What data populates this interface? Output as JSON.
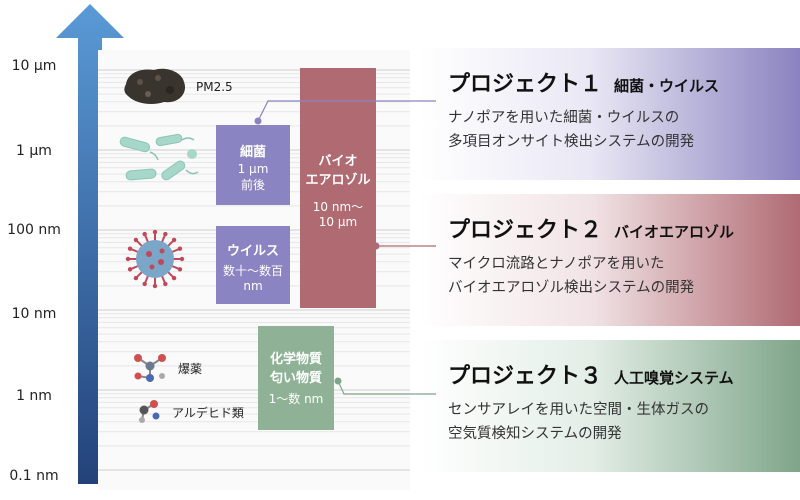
{
  "scale": {
    "labels": [
      "10 μm",
      "1 μm",
      "100 nm",
      "10 nm",
      "1 nm",
      "0.1 nm"
    ]
  },
  "particles": {
    "pm25": "PM2.5",
    "explosive": "爆薬",
    "aldehyde": "アルデヒド類"
  },
  "boxes": {
    "bacteria": {
      "title": "細菌",
      "size": "1 μm",
      "note": "前後",
      "color": "#8b84c2"
    },
    "virus": {
      "title": "ウイルス",
      "size": "数十～数百",
      "unit": "nm",
      "color": "#8b84c2"
    },
    "bioaerosol": {
      "title1": "バイオ",
      "title2": "エアロゾル",
      "range1": "10 nm～",
      "range2": "10 μm",
      "color": "#b06a72"
    },
    "chemical": {
      "title1": "化学物質",
      "title2": "匂い物質",
      "range": "1～数 nm",
      "color": "#8fb296"
    }
  },
  "projects": [
    {
      "label": "プロジェクト１",
      "subtitle": "細菌・ウイルス",
      "line1": "ナノポアを用いた細菌・ウイルスの",
      "line2": "多項目オンサイト検出システムの開発",
      "color": "#8a83c0"
    },
    {
      "label": "プロジェクト２",
      "subtitle": "バイオエアロゾル",
      "line1": "マイクロ流路とナノポアを用いた",
      "line2": "バイオエアロゾル検出システムの開発",
      "color": "#b06a72"
    },
    {
      "label": "プロジェクト３",
      "subtitle": "人工嗅覚システム",
      "line1": "センサアレイを用いた空間・生体ガスの",
      "line2": "空気質検知システムの開発",
      "color": "#7fa58a"
    }
  ]
}
